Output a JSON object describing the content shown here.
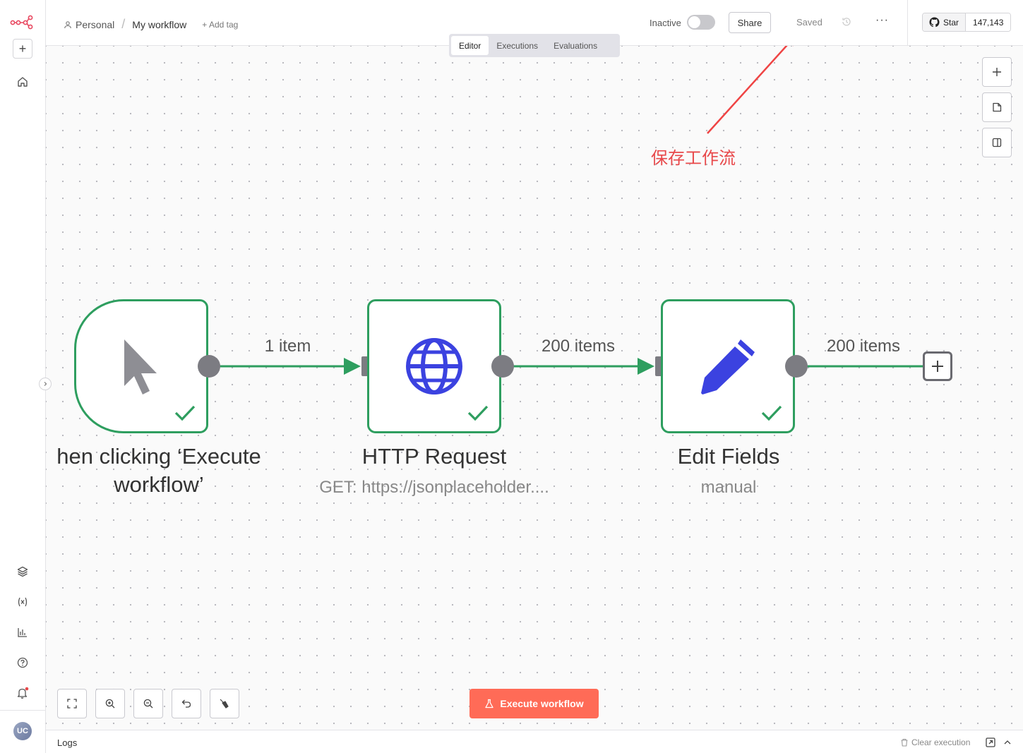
{
  "breadcrumb": {
    "project": "Personal",
    "workflow": "My workflow",
    "add_tag": "+ Add tag"
  },
  "header": {
    "status_label": "Inactive",
    "share_label": "Share",
    "saved_label": "Saved",
    "more_label": "···",
    "github": {
      "star_label": "Star",
      "star_count": "147,143"
    }
  },
  "tabs": [
    {
      "label": "Editor",
      "active": true
    },
    {
      "label": "Executions",
      "active": false
    },
    {
      "label": "Evaluations",
      "active": false
    }
  ],
  "nodes": [
    {
      "label_line1": "hen clicking ‘Execute",
      "label_line2": "workflow’",
      "subtitle": ""
    },
    {
      "label_line1": "HTTP Request",
      "subtitle": "GET: https://jsonplaceholder...."
    },
    {
      "label_line1": "Edit Fields",
      "subtitle": "manual"
    }
  ],
  "edges": [
    {
      "label": "1 item"
    },
    {
      "label": "200 items"
    },
    {
      "label": "200 items"
    }
  ],
  "annotation": {
    "text": "保存工作流",
    "color": "#e8484a"
  },
  "execute_button": {
    "label": "Execute workflow",
    "color": "#ff6b57"
  },
  "logs": {
    "label": "Logs",
    "clear_label": "Clear execution"
  },
  "user": {
    "initials": "UC"
  },
  "colors": {
    "success": "#2e9e5f",
    "node_icon": "#3b42e0",
    "port": "#7c7c82"
  }
}
